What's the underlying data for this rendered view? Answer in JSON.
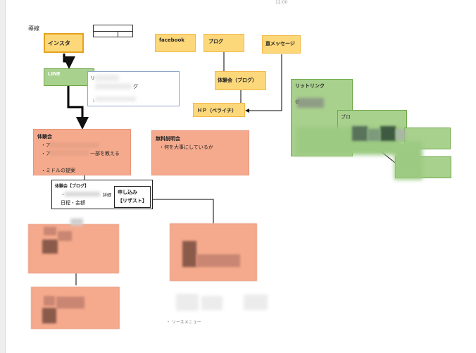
{
  "header": {
    "top_mark": "12:00",
    "caption": "導線"
  },
  "nodes": {
    "insta": {
      "label": "インスタ"
    },
    "facebook": {
      "label": "facebook"
    },
    "blog": {
      "label": "ブログ"
    },
    "lead_message": {
      "label": "直メッセージ"
    },
    "line": {
      "label": "LINE"
    },
    "line_card": {
      "line1": "リ",
      "line2": "グ",
      "line3": "1"
    },
    "blog_trial": {
      "label": "体験会（ブログ）"
    },
    "hp": {
      "label": "ＨＰ（ペライチ）"
    },
    "litlink": {
      "label": "リットリンク",
      "sub": "体",
      "inner": "ブロ"
    },
    "trial": {
      "title": "体験会",
      "bullet1": "・ア",
      "bullet2": "・ア　　　　　　　　一部を教える",
      "bullet3": "・ミドルの提案"
    },
    "free_seminar": {
      "title": "無料説明会",
      "bullet1": "・何を大事にしているか"
    },
    "trial_blog": {
      "title": "体験会【ブログ】",
      "line2": "・",
      "suffix": "詳細",
      "line3": "日程・金額"
    },
    "apply": {
      "line1": "申し込み",
      "line2": "【リザスト】"
    },
    "footnote": {
      "label": "・ ソースメニュー"
    }
  }
}
